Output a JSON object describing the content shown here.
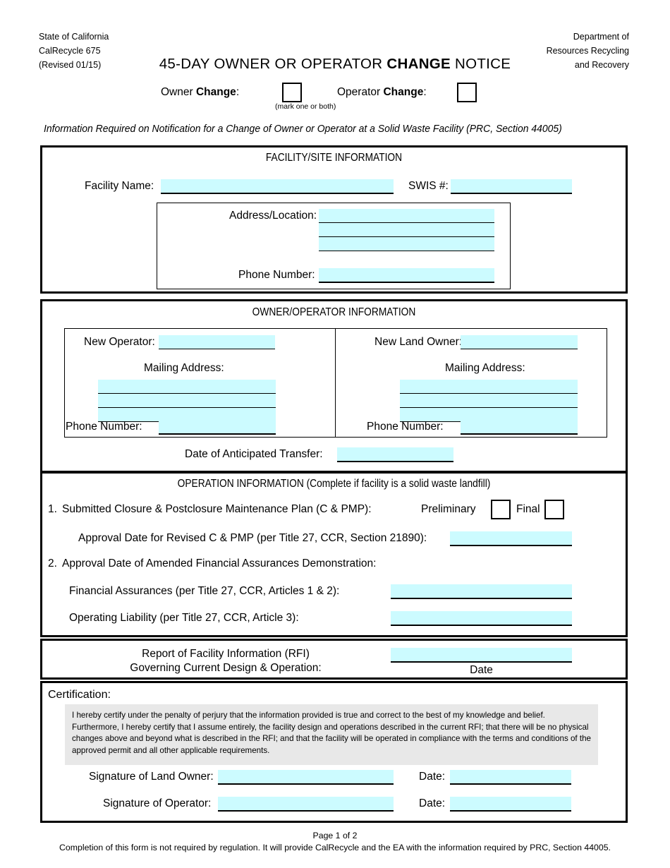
{
  "header": {
    "left_lines": [
      "State of California",
      "CalRecycle 675",
      "(Revised 01/15)"
    ],
    "right_lines": [
      "Department of",
      "Resources Recycling",
      "and Recovery"
    ],
    "title_pre": "45-DAY OWNER OR OPERATOR ",
    "title_bold": "CHANGE",
    "title_post": " NOTICE"
  },
  "change_row": {
    "owner_label_pre": "Owner ",
    "owner_label_bold": "Change",
    "owner_label_post": ":",
    "operator_label_pre": "Operator ",
    "operator_label_bold": "Change",
    "operator_label_post": ":",
    "mark_note": "(mark one or both)",
    "owner_checkbox_value": "",
    "operator_checkbox_value": ""
  },
  "subtitle": "Information Required on Notification for a Change of Owner or Operator at a Solid Waste Facility (PRC, Section 44005)",
  "facility_section": {
    "title": "FACILITY/SITE INFORMATION",
    "facility_name_label": "Facility Name:",
    "facility_name_value": "",
    "swis_label": "SWIS #:",
    "swis_value": "",
    "address_label": "Address/Location:",
    "address_values": [
      "",
      "",
      ""
    ],
    "phone_label": "Phone Number:",
    "phone_value": ""
  },
  "owner_operator_section": {
    "title": "OWNER/OPERATOR INFORMATION",
    "left": {
      "name_label": "New Operator:",
      "name_value": "",
      "mailing_label": "Mailing Address:",
      "mailing_values": [
        "",
        "",
        ""
      ],
      "phone_label": "Phone Number:",
      "phone_value": ""
    },
    "right": {
      "name_label": "New Land Owner:",
      "name_value": "",
      "mailing_label": "Mailing Address:",
      "mailing_values": [
        "",
        "",
        ""
      ],
      "phone_label": "Phone Number:",
      "phone_value": ""
    },
    "transfer_label": "Date of Anticipated Transfer:",
    "transfer_value": ""
  },
  "operation_section": {
    "title": "OPERATION INFORMATION (Complete if facility is a solid waste landfill)",
    "item1_number": "1.",
    "item1_label": "Submitted Closure & Postclosure Maintenance Plan (C & PMP):",
    "preliminary_label": "Preliminary",
    "preliminary_checkbox_value": "",
    "final_label": "Final",
    "final_checkbox_value": "",
    "approval_date_label": "Approval Date for Revised C & PMP (per Title 27, CCR, Section 21890):",
    "approval_date_value": "",
    "item2_number": "2.",
    "item2_label": "Approval Date of Amended Financial Assurances Demonstration:",
    "financial_assurances_label": "Financial Assurances (per Title 27, CCR, Articles 1 & 2):",
    "financial_assurances_value": "",
    "operating_liability_label": "Operating Liability (per Title 27, CCR, Article 3):",
    "operating_liability_value": ""
  },
  "rfi_section": {
    "line1": "Report of Facility Information (RFI)",
    "line2": "Governing Current Design & Operation:",
    "date_value": "",
    "date_caption": "Date"
  },
  "certification_section": {
    "heading": "Certification:",
    "paragraph": "I hereby certify under the penalty of perjury that the information provided is true and correct to the best of my knowledge and belief. Furthermore, I hereby certify that I assume entirely, the facility design and operations described in the current RFI; that there will be no physical changes above and beyond what is described in the RFI; and that the facility will be operated in compliance with the terms and conditions of the approved permit and all other applicable requirements.",
    "signature_land_owner_label": "Signature of Land Owner:",
    "signature_land_owner_value": "",
    "date_land_owner_label": "Date:",
    "date_land_owner_value": "",
    "signature_operator_label": "Signature of Operator:",
    "signature_operator_value": "",
    "date_operator_label": "Date:",
    "date_operator_value": ""
  },
  "footer": {
    "page": "Page 1 of 2",
    "note": "Completion of this form is not required by regulation. It will provide CalRecycle and the EA with the information required by PRC, Section 44005."
  },
  "colors": {
    "field_fill": "#ccfbff",
    "certification_bg": "#e8e8e8",
    "border": "#000000"
  }
}
